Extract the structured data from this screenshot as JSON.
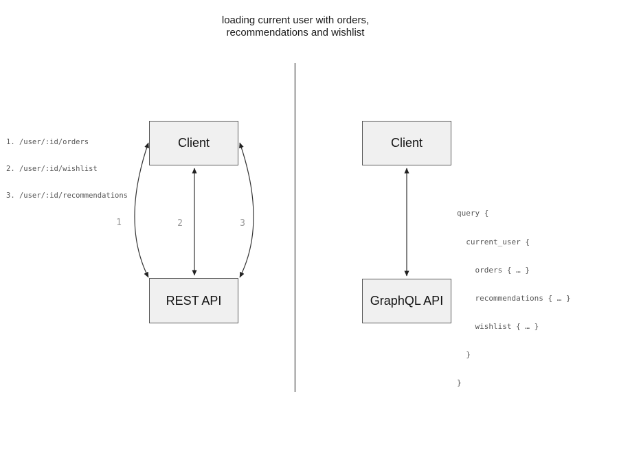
{
  "title": {
    "line1": "loading current user with orders,",
    "line2": "recommendations and wishlist"
  },
  "left_panel": {
    "endpoints": [
      "1. /user/:id/orders",
      "2. /user/:id/wishlist",
      "3. /user/:id/recommendations"
    ],
    "client_box_label": "Client",
    "api_box_label": "REST API",
    "arrow_labels": [
      "1",
      "2",
      "3"
    ]
  },
  "right_panel": {
    "client_box_label": "Client",
    "api_box_label": "GraphQL API",
    "query_lines": [
      "query {",
      "  current_user {",
      "    orders { … }",
      "    recommendations { … }",
      "    wishlist { … }",
      "  }",
      "}"
    ]
  },
  "colors": {
    "box_fill": "#f0f0f0",
    "box_border": "#595959",
    "box_text": "#111111",
    "title_text": "#1a1a1a",
    "code_text": "#555555",
    "arrow_label_text": "#999999",
    "arrow_stroke": "#333333",
    "divider_stroke": "#777777"
  }
}
